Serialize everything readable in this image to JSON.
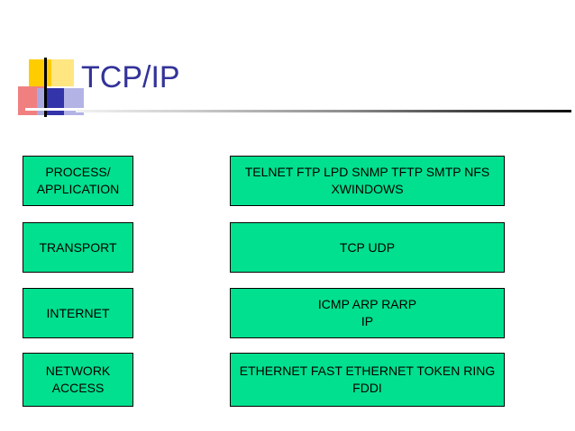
{
  "slide": {
    "title": "TCP/IP",
    "background_color": "#ffffff",
    "title_color": "#333399",
    "box_fill_color": "#00E08F",
    "box_border_color": "#000000",
    "box_text_color": "#000000"
  },
  "logo": {
    "name": "decorative-slide-logo",
    "colors": {
      "yellow_dark": "#FFCC00",
      "yellow_light": "#FFE680",
      "red": "#F08080",
      "blue_pale": "#A9A9E0",
      "blue_strong": "#3333AA",
      "blue_light": "#B3B3E6",
      "bar": "#000000"
    }
  },
  "diagram": {
    "type": "layered-stack",
    "columns": [
      "layer_name",
      "protocols"
    ],
    "layers": [
      {
        "layer_name": "PROCESS/\nAPPLICATION",
        "layer_name_lines": [
          "PROCESS/",
          "APPLICATION"
        ],
        "protocols_lines": [
          "TELNET FTP LPD SNMP TFTP SMTP NFS",
          "XWINDOWS"
        ]
      },
      {
        "layer_name": "TRANSPORT",
        "layer_name_lines": [
          "TRANSPORT"
        ],
        "protocols_lines": [
          "TCP UDP"
        ]
      },
      {
        "layer_name": "INTERNET",
        "layer_name_lines": [
          "INTERNET"
        ],
        "protocols_lines": [
          "ICMP ARP RARP",
          "IP"
        ]
      },
      {
        "layer_name": "NETWORK\nACCESS",
        "layer_name_lines": [
          "NETWORK",
          "ACCESS"
        ],
        "protocols_lines": [
          "ETHERNET FAST ETHERNET TOKEN RING",
          "FDDI"
        ]
      }
    ]
  }
}
